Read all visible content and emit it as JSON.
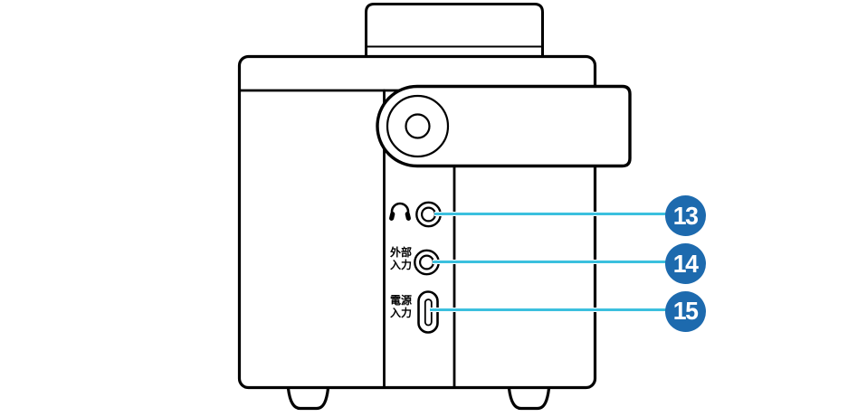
{
  "figure": {
    "description": "Rear/side panel line-art diagram of a portable audio device with numbered callouts",
    "colors": {
      "line": "#000000",
      "leader_line": "#3bc0de",
      "callout_fill": "#1d6aae",
      "callout_text": "#ffffff",
      "background": "#ffffff"
    }
  },
  "ports": [
    {
      "number": "13",
      "icon": "headphones-icon",
      "kind": "headphone-jack",
      "label_line1": "",
      "label_line2": ""
    },
    {
      "number": "14",
      "icon": "audio-jack-icon",
      "kind": "aux-input-jack",
      "label_line1": "外部",
      "label_line2": "入力"
    },
    {
      "number": "15",
      "icon": "usb-c-port-icon",
      "kind": "power-input-usb-c",
      "label_line1": "電源",
      "label_line2": "入力"
    }
  ],
  "callouts": [
    "13",
    "14",
    "15"
  ]
}
